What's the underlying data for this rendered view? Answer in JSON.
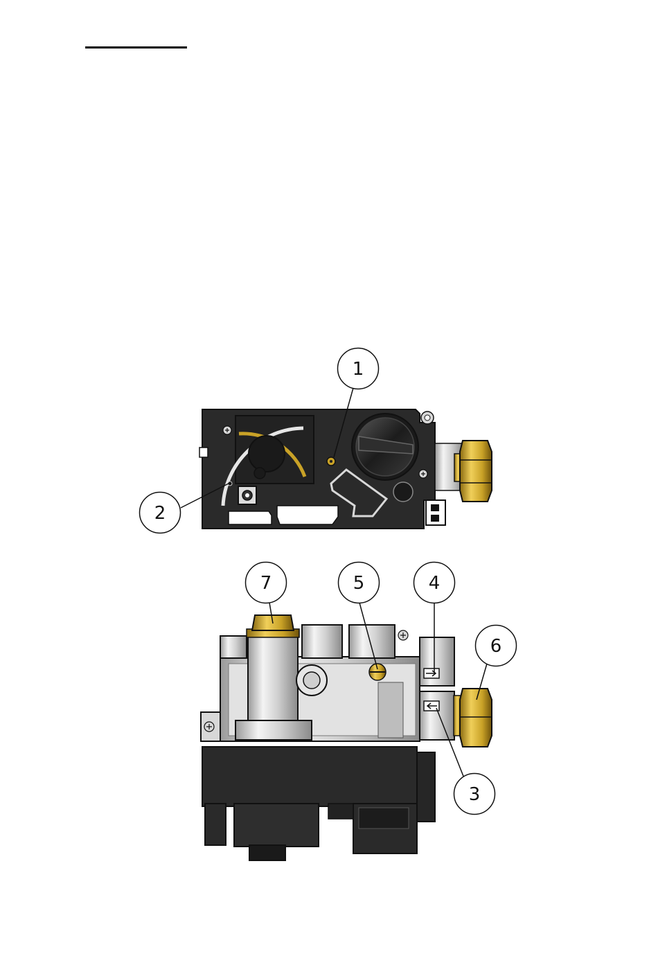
{
  "callouts": {
    "c1": "1",
    "c2": "2",
    "c3": "3",
    "c4": "4",
    "c5": "5",
    "c6": "6",
    "c7": "7"
  },
  "colors": {
    "body_dark": "#2b2b2b",
    "brass": "#c9a227",
    "aluminum": "#d4d4d4",
    "outline": "#111111"
  }
}
